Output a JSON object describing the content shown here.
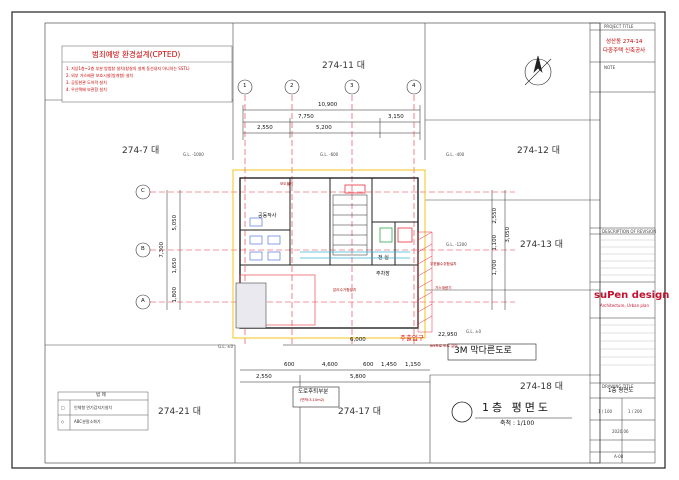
{
  "lots": {
    "north": "274-11 대",
    "west": "274-7 대",
    "east_top": "274-12 대",
    "east_mid": "274-13 대",
    "south_east": "274-18 대",
    "south_west": "274-21 대",
    "south": "274-17 대"
  },
  "cpted": {
    "title": "범죄예방 환경설계(CPTED)",
    "items": [
      "1. 지상1층~2층 부분 방범창 설치(창살의 설계 동선내지 아니하는 SSTL)",
      "2. 외부 가스배관 보호시설(방개형) 설치",
      "3. 공동현관 도어락 설치",
      "4. 우산택배 보관함 설치"
    ]
  },
  "grid_bubbles_top": [
    "1",
    "2",
    "3",
    "4"
  ],
  "grid_bubbles_left": [
    "C",
    "B",
    "A"
  ],
  "dimensions": {
    "top_total": "10,900",
    "top_a": "7,750",
    "top_b": "3,150",
    "top_c": "2,550",
    "top_d": "5,200",
    "left_total": "7,300",
    "left_a": "5,050",
    "left_b": "1,650",
    "left_c": "1,800",
    "right_a": "2,550",
    "right_b": "1,100",
    "right_c": "1,700",
    "right_d": "3,050",
    "bottom_a": "600",
    "bottom_b": "4,600",
    "bottom_c": "600",
    "bottom_d": "1,450",
    "bottom_e": "1,150",
    "bottom_f": "5,800",
    "bottom_g": "2,550",
    "bottom_h": "6,000",
    "bottom_i": "22,950"
  },
  "gl_marks": [
    "G.L. -1000",
    "G.L. -600",
    "G.L. -400",
    "G.L. -1200",
    "G.L. ±0",
    "G.L. ±0"
  ],
  "rooms": {
    "community": "공동작사",
    "electric": "전 실",
    "stair": "주차장"
  },
  "annotations": {
    "entrance": "주출입구",
    "road_width": "6M도로 도로 길이",
    "setback": "도로후퇴부분",
    "setback_area": "(면적:3.10m2)",
    "gas": "가스계량기",
    "walk": "보도블럭",
    "meter": "우편물수취함설치",
    "garbage": "분리수거함설치"
  },
  "road_label": "3M 막다른도로",
  "plan_title": "1층 평면도",
  "scale": "축척 : 1/100",
  "legend": {
    "title": "범 례",
    "rows": [
      {
        "key": "□",
        "text": "인체형 연기감지기설치"
      },
      {
        "key": "◇",
        "text": "ABC분말소화기"
      }
    ]
  },
  "title_block": {
    "project_label": "PROJECT TITLE",
    "project_name_1": "성산동 274-14",
    "project_name_2": "다중주택 신축공사",
    "note_label": "NOTE",
    "revision_label": "DESCRIPTION OF REVISION",
    "brand": "suPen design",
    "brand_sub": "Architecture, Urban plan",
    "drawing_title_label": "DRAWING TITLE",
    "drawing_title": "1층 평면도",
    "scale_a1": "1 / 100",
    "scale_a3": "1 / 200",
    "date": "2020.06",
    "sheet": "A-08"
  },
  "colors": {
    "red_line": "#e8313a",
    "blue_line": "#3a5fd9",
    "yellow_line": "#f0c419",
    "green_line": "#2fa84f",
    "cyan_line": "#38b6d8"
  }
}
